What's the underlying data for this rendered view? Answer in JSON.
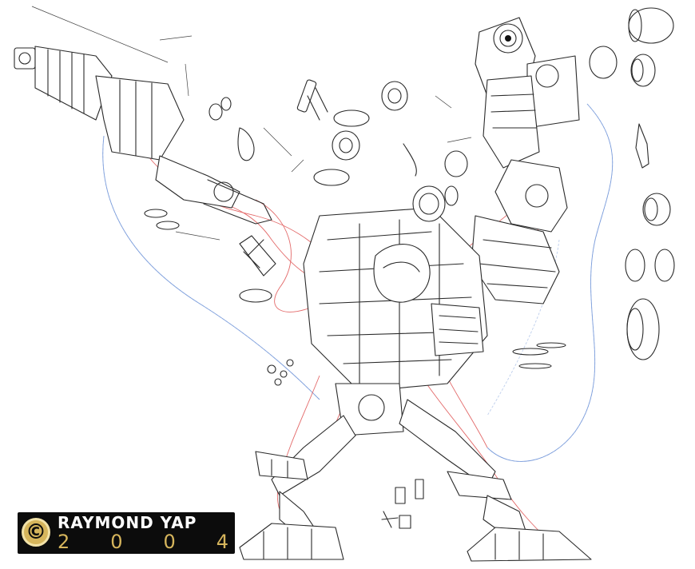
{
  "artwork": {
    "subject": "exploded-view line drawing of a bipedal mech",
    "colors": {
      "line": "#2a2a2a",
      "cables_red": "#e36a6a",
      "hoses_blue": "#7e9fdc",
      "background": "#ffffff",
      "badge_gold": "#d6b55c",
      "badge_black": "#0c0c0c"
    }
  },
  "signature": {
    "symbol": "©",
    "name": "RAYMOND YAP",
    "year_digits": [
      "2",
      "0",
      "0",
      "4"
    ]
  }
}
